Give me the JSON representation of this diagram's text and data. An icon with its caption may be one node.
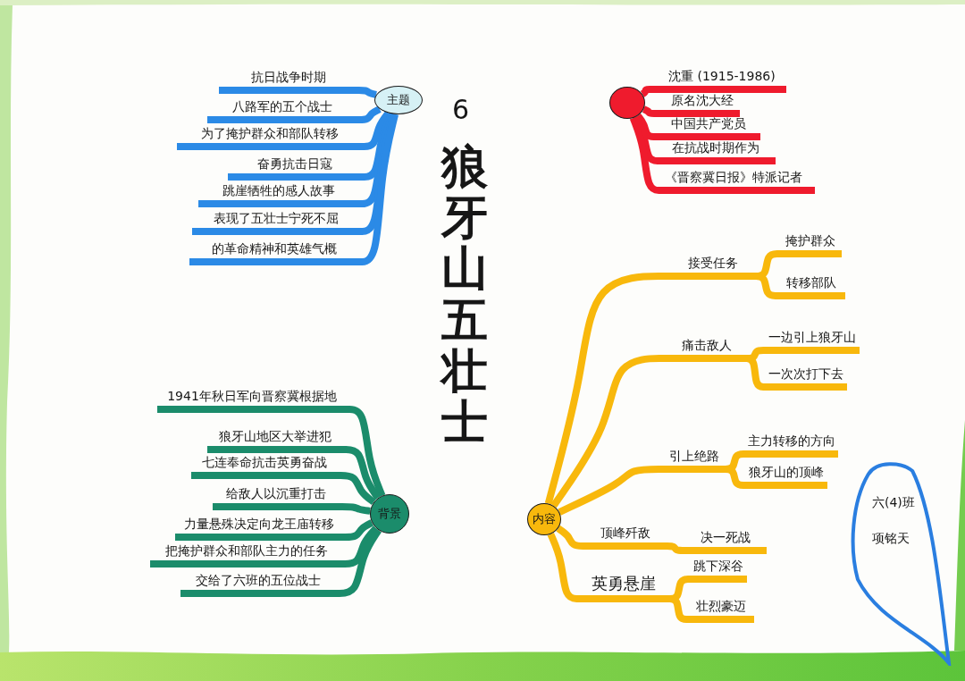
{
  "diagram": {
    "title": "狼牙山五壮士",
    "nodes": [
      {
        "text": [
          "主题"
        ]
      },
      {
        "text": [
          "抗日战争时期"
        ]
      },
      {
        "text": [
          "八路军的五个战士"
        ]
      },
      {
        "text": [
          "为了掩护群众和部队转移"
        ]
      },
      {
        "text": [
          "奋勇抗击日寇"
        ]
      },
      {
        "text": [
          "跳崖牺牲的感人故事"
        ]
      },
      {
        "text": [
          "表现了五壮士宁死不屈"
        ]
      },
      {
        "text": [
          "的革命精神和英雄气概"
        ]
      },
      {
        "text": [],
        "shape": "circle"
      },
      {
        "text": [
          "沈重 (1915-1986)"
        ]
      },
      {
        "text": [
          "原名沈大经"
        ]
      },
      {
        "text": [
          "中国共产党员"
        ]
      },
      {
        "text": [
          "在抗战时期作为"
        ]
      },
      {
        "text": [
          "《晋察冀日报》特派记者"
        ]
      },
      {
        "text": [
          "内容"
        ]
      },
      {
        "text": [
          "接受任务"
        ]
      },
      {
        "text": [
          "掩护群众"
        ]
      },
      {
        "text": [
          "转移部队"
        ]
      },
      {
        "text": [
          "痛击敌人"
        ]
      },
      {
        "text": [
          "一边引上狼牙山"
        ]
      },
      {
        "text": [
          "一次次打下去"
        ]
      },
      {
        "text": [
          "引上绝路"
        ]
      },
      {
        "text": [
          "主力转移的方向"
        ]
      },
      {
        "text": [
          "狼牙山的顶峰"
        ]
      },
      {
        "text": [
          "顶峰歼敌"
        ]
      },
      {
        "text": [
          "决一死战"
        ]
      },
      {
        "text": [
          "英勇悬崖"
        ]
      },
      {
        "text": [
          "跳下深谷"
        ]
      },
      {
        "text": [
          "壮烈豪迈"
        ]
      },
      {
        "text": [
          "背景"
        ]
      },
      {
        "text": [
          "1941年秋日军向晋察冀根据地"
        ]
      },
      {
        "text": [
          "狼牙山地区大举进犯"
        ]
      },
      {
        "text": [
          "七连奉命抗击英勇奋战"
        ]
      },
      {
        "text": [
          "给敌人以沉重打击"
        ]
      },
      {
        "text": [
          "力量悬殊决定向龙王庙转移"
        ]
      },
      {
        "text": [
          "把掩护群众和部队主力的任务"
        ]
      },
      {
        "text": [
          "交给了六班的五位战士"
        ]
      },
      {
        "text": [
          "六(4)班",
          "项铭天"
        ]
      }
    ],
    "edges": [
      {
        "from": 0,
        "to": 1,
        "arrow": "none",
        "color": "#2b8ae6"
      },
      {
        "from": 0,
        "to": 2,
        "arrow": "none",
        "color": "#2b8ae6"
      },
      {
        "from": 0,
        "to": 3,
        "arrow": "none",
        "color": "#2b8ae6"
      },
      {
        "from": 0,
        "to": 4,
        "arrow": "none",
        "color": "#2b8ae6"
      },
      {
        "from": 0,
        "to": 5,
        "arrow": "none",
        "color": "#2b8ae6"
      },
      {
        "from": 0,
        "to": 6,
        "arrow": "none",
        "color": "#2b8ae6"
      },
      {
        "from": 0,
        "to": 7,
        "arrow": "none",
        "color": "#2b8ae6"
      },
      {
        "from": 8,
        "to": 9,
        "arrow": "none",
        "color": "#ef1b2d"
      },
      {
        "from": 8,
        "to": 10,
        "arrow": "none",
        "color": "#ef1b2d"
      },
      {
        "from": 8,
        "to": 11,
        "arrow": "none",
        "color": "#ef1b2d"
      },
      {
        "from": 8,
        "to": 12,
        "arrow": "none",
        "color": "#ef1b2d"
      },
      {
        "from": 8,
        "to": 13,
        "arrow": "none",
        "color": "#ef1b2d"
      },
      {
        "from": 14,
        "to": 15,
        "arrow": "none"
      },
      {
        "from": 15,
        "to": 16,
        "arrow": "none"
      },
      {
        "from": 15,
        "to": 17,
        "arrow": "none"
      },
      {
        "from": 14,
        "to": 18,
        "arrow": "none"
      },
      {
        "from": 18,
        "to": 19,
        "arrow": "none"
      },
      {
        "from": 18,
        "to": 20,
        "arrow": "none"
      },
      {
        "from": 14,
        "to": 21,
        "arrow": "none"
      },
      {
        "from": 21,
        "to": 22,
        "arrow": "none"
      },
      {
        "from": 21,
        "to": 23,
        "arrow": "none"
      },
      {
        "from": 14,
        "to": 24,
        "arrow": "none"
      },
      {
        "from": 24,
        "to": 25,
        "arrow": "none"
      },
      {
        "from": 14,
        "to": 26,
        "arrow": "none"
      },
      {
        "from": 26,
        "to": 27,
        "arrow": "none"
      },
      {
        "from": 26,
        "to": 28,
        "arrow": "none"
      },
      {
        "from": 29,
        "to": 30,
        "arrow": "none",
        "color": "#1b8c6b"
      },
      {
        "from": 29,
        "to": 31,
        "arrow": "none",
        "color": "#1b8c6b"
      },
      {
        "from": 29,
        "to": 32,
        "arrow": "none",
        "color": "#1b8c6b"
      },
      {
        "from": 29,
        "to": 33,
        "arrow": "none",
        "color": "#1b8c6b"
      },
      {
        "from": 29,
        "to": 34,
        "arrow": "none",
        "color": "#1b8c6b"
      },
      {
        "from": 29,
        "to": 35,
        "arrow": "none",
        "color": "#1b8c6b"
      },
      {
        "from": 29,
        "to": 36,
        "arrow": "none",
        "color": "#1b8c6b"
      }
    ],
    "labels": [
      "6"
    ]
  }
}
